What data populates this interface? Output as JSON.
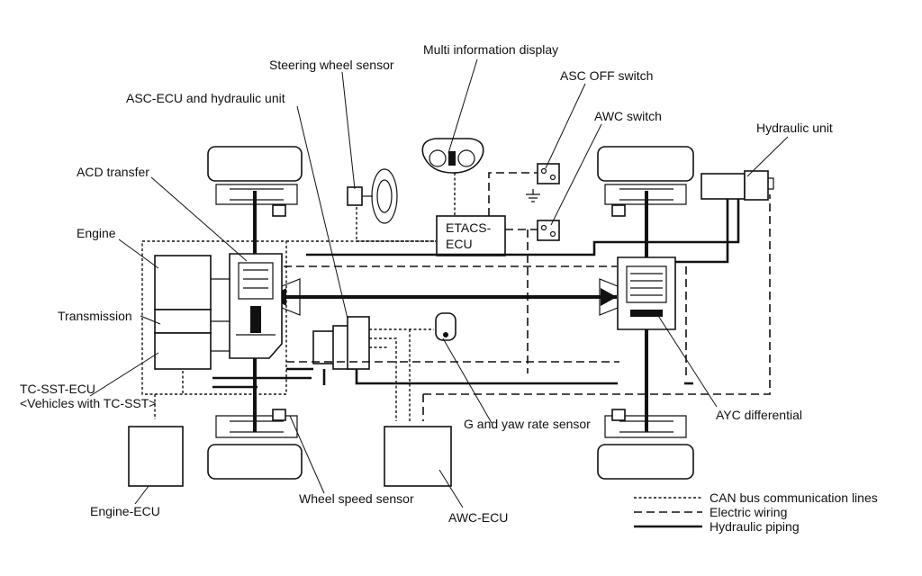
{
  "labels": {
    "multi_info_display": "Multi information display",
    "steering_wheel_sensor": "Steering wheel sensor",
    "asc_off_switch": "ASC OFF switch",
    "asc_ecu": "ASC-ECU and hydraulic unit",
    "awc_switch": "AWC switch",
    "hydraulic_unit": "Hydraulic unit",
    "acd_transfer": "ACD transfer",
    "engine": "Engine",
    "transmission": "Transmission",
    "tc_sst_ecu_line1": "TC-SST-ECU",
    "tc_sst_ecu_line2": "<Vehicles with TC-SST>",
    "etacs_line1": "ETACS-",
    "etacs_line2": "ECU",
    "g_yaw_sensor": "G and yaw rate sensor",
    "ayc_differential": "AYC differential",
    "wheel_speed_sensor": "Wheel speed sensor",
    "awc_ecu": "AWC-ECU",
    "engine_ecu": "Engine-ECU"
  },
  "legend": [
    {
      "style": "can",
      "label": "CAN bus communication lines"
    },
    {
      "style": "wire",
      "label": "Electric wiring"
    },
    {
      "style": "hyd",
      "label": "Hydraulic piping"
    }
  ]
}
